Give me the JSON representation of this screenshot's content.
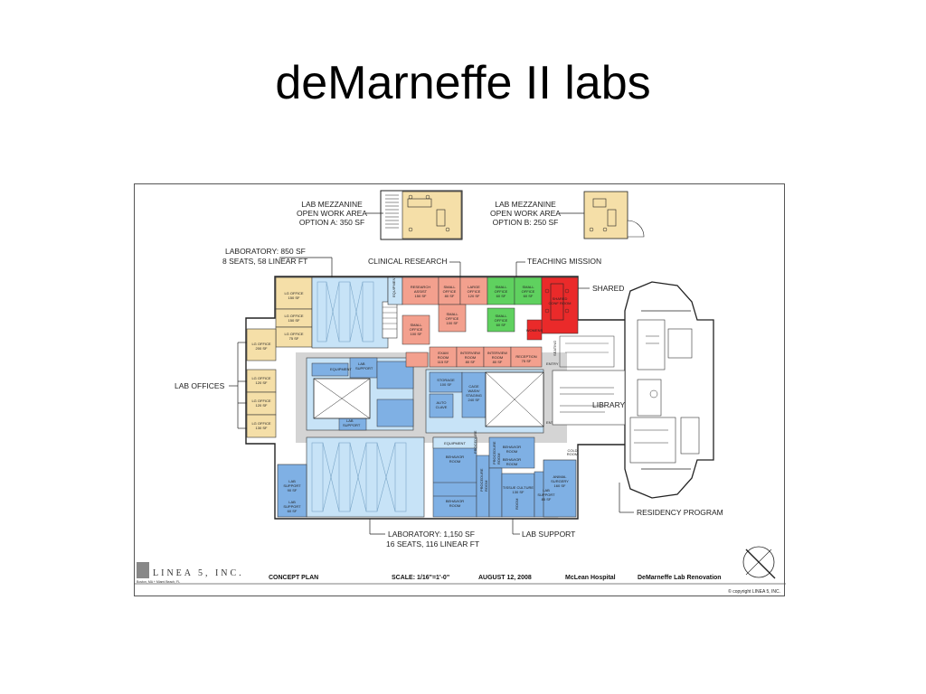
{
  "slide": {
    "title": "deMarneffe II labs"
  },
  "callouts": {
    "mezz_a": [
      "LAB MEZZANINE",
      "OPEN WORK AREA",
      "OPTION A: 350 SF"
    ],
    "mezz_b": [
      "LAB MEZZANINE",
      "OPEN WORK AREA",
      "OPTION B: 250 SF"
    ],
    "lab_top": [
      "LABORATORY: 850 SF",
      "8 SEATS, 58 LINEAR FT"
    ],
    "clinical": "CLINICAL RESEARCH",
    "teaching": "TEACHING MISSION",
    "shared": "SHARED",
    "lab_offices": "LAB OFFICES",
    "library": "LIBRARY",
    "residency": "RESIDENCY PROGRAM",
    "lab_bottom": [
      "LABORATORY: 1,150 SF",
      "16 SEATS, 116 LINEAR FT"
    ],
    "lab_support": "LAB SUPPORT"
  },
  "rooms": {
    "lg_office_1": [
      "LG OFFICE",
      "150 SF"
    ],
    "lg_office_2": [
      "LG OFFICE",
      "150 SF"
    ],
    "lg_office_3": [
      "LG OFFICE",
      "75 SF"
    ],
    "lg_office_4": [
      "LG OFFICE",
      "200 SF"
    ],
    "lg_office_5": [
      "LG OFFICE",
      "120 SF"
    ],
    "lg_office_6": [
      "LG OFFICE",
      "120 SF"
    ],
    "lg_office_7": [
      "LG OFFICE",
      "130 SF"
    ],
    "equipment_1": "EQUIPMENT",
    "equipment_2": "EQUIPMENT",
    "equipment_3": "EQUIPMENT",
    "lab_support_1": [
      "LAB",
      "SUPPORT"
    ],
    "lab_support_2": [
      "LAB",
      "SUPPORT"
    ],
    "lab_support_3": [
      "LAB",
      "SUPPORT",
      "90 SF"
    ],
    "lab_support_4": [
      "LAB",
      "SUPPORT",
      "85 SF"
    ],
    "lab_support_5": [
      "LAB",
      "SUPPORT",
      "60 SF"
    ],
    "research_assist": [
      "RESEARCH",
      "ASSIST",
      "150 SF"
    ],
    "small_office_1": [
      "SMALL",
      "OFFICE",
      "80 SF"
    ],
    "large_office": [
      "LARGE",
      "OFFICE",
      "120 SF"
    ],
    "small_office_2": [
      "SMALL",
      "OFFICE",
      "60 SF"
    ],
    "small_office_3": [
      "SMALL",
      "OFFICE",
      "60 SF"
    ],
    "small_office_4": [
      "SMALL",
      "OFFICE",
      "100 SF"
    ],
    "small_office_5": [
      "SMALL",
      "OFFICE",
      "100 SF"
    ],
    "small_office_6": [
      "SMALL",
      "OFFICE",
      "60 SF"
    ],
    "shared_conf": [
      "SHARED",
      "CONF ROOM"
    ],
    "exam_room": [
      "EXAM",
      "ROOM",
      "115 SF"
    ],
    "interview_1": [
      "INTERVIEW",
      "ROOM",
      "80 SF"
    ],
    "interview_2": [
      "INTERVIEW",
      "ROOM",
      "80 SF"
    ],
    "reception": [
      "RECEPTION",
      "75 SF"
    ],
    "storage": [
      "STORAGE",
      "100 SF"
    ],
    "cage_wash": [
      "CAGE",
      "WASH/",
      "STAGING",
      "240 SF"
    ],
    "auto_clave": [
      "AUTO",
      "CLAVE"
    ],
    "behavior_1": [
      "BEHAVIOR",
      "ROOM"
    ],
    "behavior_2": [
      "BEHAVIOR",
      "ROOM"
    ],
    "behavior_3": [
      "BEHAVIOR",
      "ROOM"
    ],
    "behavior_4": [
      "BEHAVIOR",
      "ROOM"
    ],
    "procedure_1": [
      "PROCEDURE",
      "ROOM"
    ],
    "procedure_2": [
      "PROCEDURE",
      "ROOM"
    ],
    "procedure_3": [
      "PROCEDURE",
      "ROOM"
    ],
    "tissue_culture": [
      "TISSUE CULTURE",
      "130 SF"
    ],
    "animal_surgery": [
      "ANIMAL",
      "SURGERY",
      "160 SF"
    ],
    "cold_room": [
      "COLD",
      "ROOM"
    ],
    "entry_1": "ENTRY",
    "entry_2": "ENTRY",
    "womens": "WOMENS",
    "seating": "SEATING"
  },
  "title_block": {
    "firm_logo": "LINEA 5, INC.",
    "firm_address": "Boston, MA + Miami Beach, FL",
    "drawing": "CONCEPT PLAN",
    "scale": "SCALE: 1/16\"=1'-0\"",
    "date": "AUGUST 12, 2008",
    "client": "McLean Hospital",
    "project": "DeMarneffe Lab Renovation",
    "copyright": "© copyright LINEA 5, INC."
  },
  "colors": {
    "lab_blue": "#c7e3f7",
    "support_blue": "#7fb0e4",
    "office_tan": "#f5dfa8",
    "clinical_salmon": "#f3a08e",
    "teaching_green": "#5fd15f",
    "shared_red": "#ea2a2a",
    "corridor_gray": "#d4d4d4"
  }
}
